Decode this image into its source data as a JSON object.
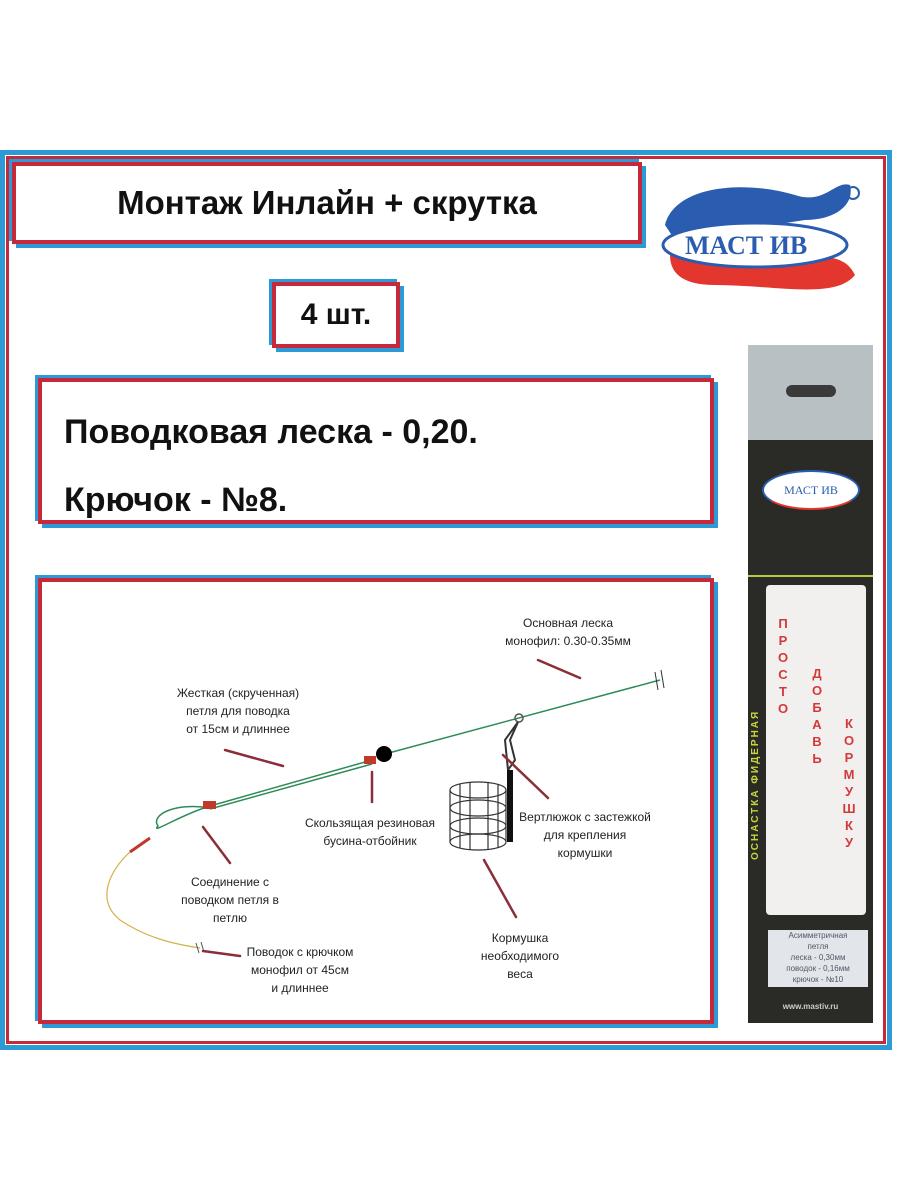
{
  "title": "Монтаж  Инлайн + скрутка",
  "quantity": "4 шт.",
  "specs": {
    "leader_line": "Поводковая леска -  0,20.",
    "hook": "Крючок  - №8."
  },
  "brand": "МАСТ ИВ",
  "diagram": {
    "main_line": [
      "Основная леска",
      "монофил: 0.30-0.35мм"
    ],
    "loop": [
      "Жесткая (скрученная)",
      "петля для поводка",
      "от 15см и длиннее"
    ],
    "bead": [
      "Скользящая резиновая",
      "бусина-отбойник"
    ],
    "swivel": [
      "Вертлюжок с застежкой",
      "для крепления",
      "кормушки"
    ],
    "connection": [
      "Соединение с",
      "поводком петля в",
      "петлю"
    ],
    "leader": [
      "Поводок с крючком",
      "монофил от 45см",
      "и длиннее"
    ],
    "feeder": [
      "Кормушка",
      "необходимого",
      "веса"
    ]
  },
  "package": {
    "brand": "МАСТ ИВ",
    "side_text": "ОСНАСТКА ФИДЕРНАЯ",
    "slogan": [
      "ПРОСТО",
      "ДОБАВЬ",
      "КОРМУШКУ"
    ],
    "info": [
      "Асимметричная",
      "петля",
      "леска - 0,30мм",
      "поводок - 0,16мм",
      "крючок - №10"
    ],
    "url": "www.mastiv.ru"
  },
  "colors": {
    "red": "#c62a3a",
    "blue": "#2d9ad6",
    "line": "#2e8b57"
  }
}
